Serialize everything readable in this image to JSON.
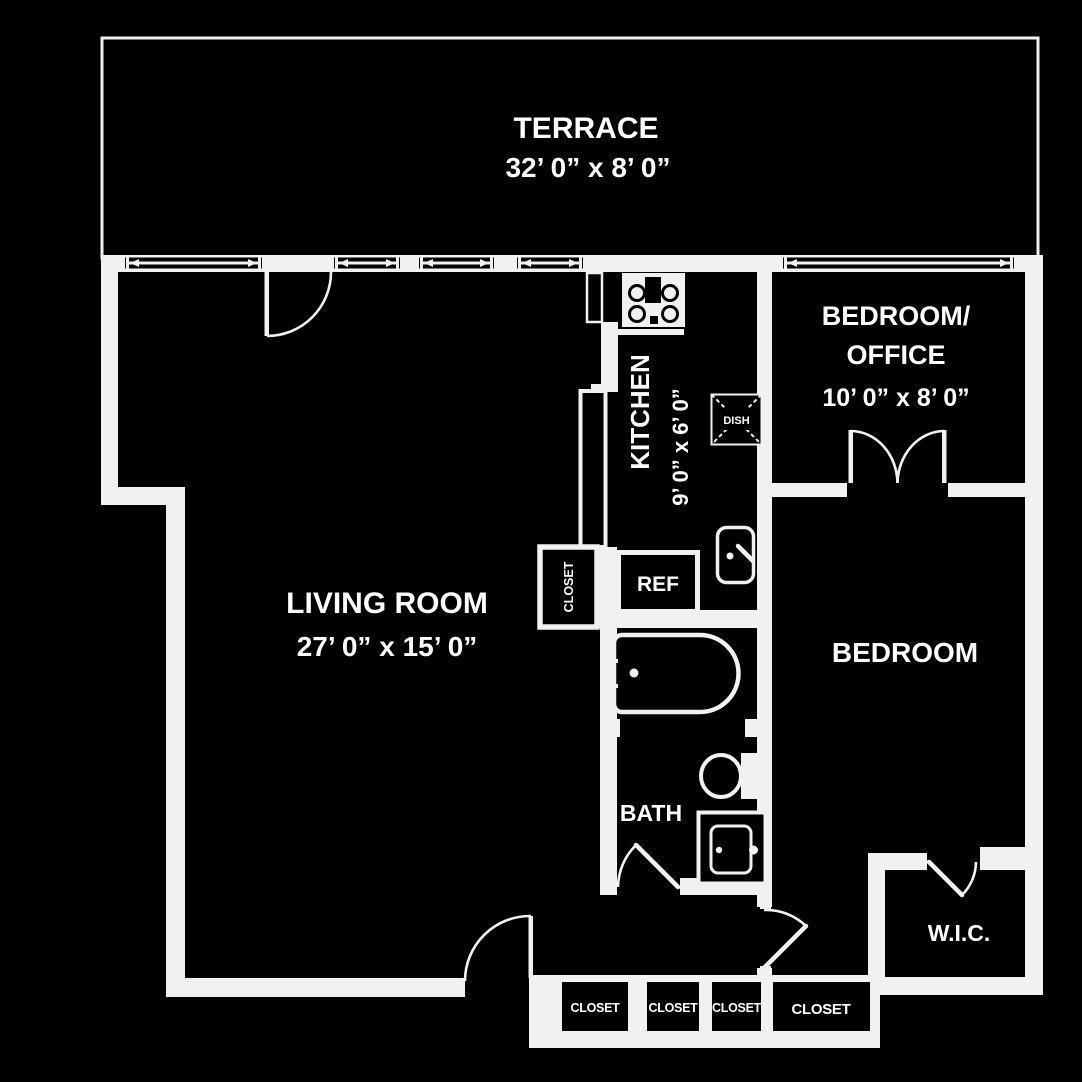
{
  "colors": {
    "background": "#000000",
    "walls": "#f1f1f1",
    "text": "#ffffff"
  },
  "rooms": {
    "terrace": {
      "label": "TERRACE",
      "dims": "32’ 0” x 8’ 0”"
    },
    "living_room": {
      "label": "LIVING ROOM",
      "dims": "27’ 0” x 15’ 0”"
    },
    "kitchen": {
      "label": "KITCHEN",
      "dims": "9’ 0” x 6’ 0”"
    },
    "bedroom_office": {
      "label_line1": "BEDROOM/",
      "label_line2": "OFFICE",
      "dims": "10’ 0” x 8’ 0”"
    },
    "bedroom": {
      "label": "BEDROOM"
    },
    "bath": {
      "label": "BATH"
    },
    "walk_in_closet": {
      "label": "W.I.C."
    }
  },
  "fixtures": {
    "refrigerator": "REF",
    "dishwasher": "DISH",
    "hall_closet": "CLOSET"
  },
  "closets": [
    "CLOSET",
    "CLOSET",
    "CLOSET",
    "CLOSET"
  ]
}
